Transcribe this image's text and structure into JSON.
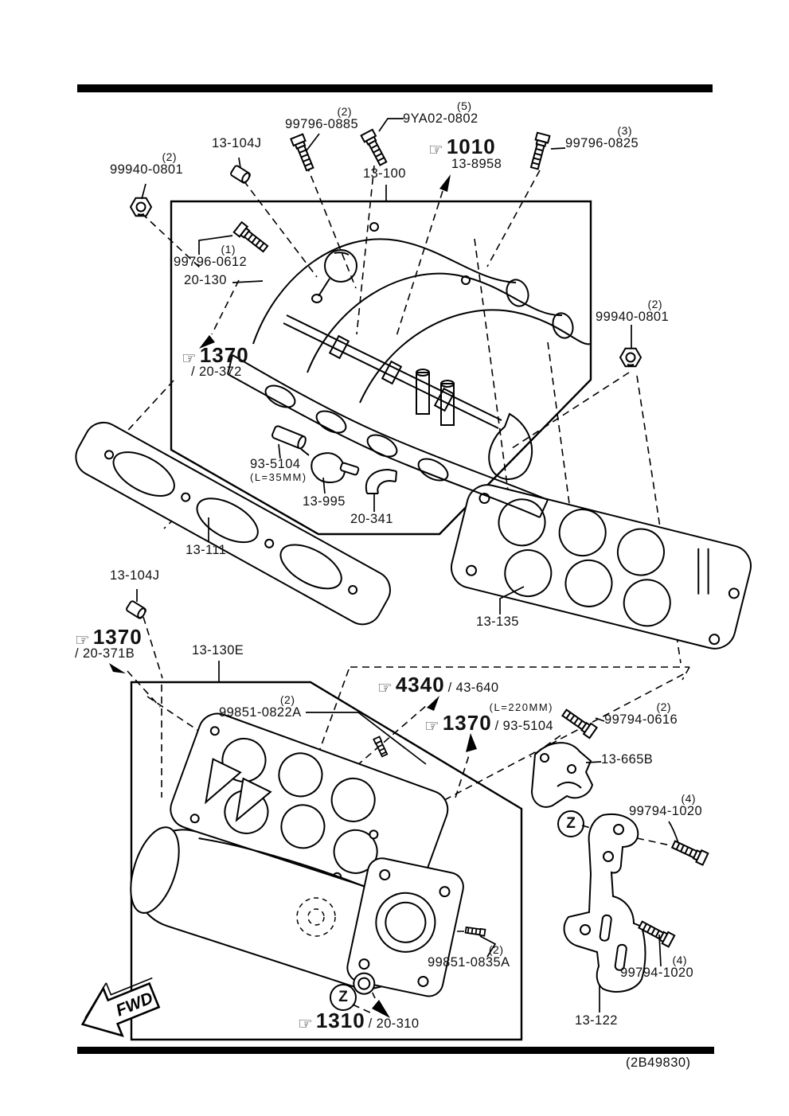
{
  "zmark": "Z",
  "fwd": "FWD",
  "page": {
    "code": "(2B49830)"
  },
  "callouts": {
    "nut_topleft": {
      "qty": "(2)",
      "pn": "99940-0801"
    },
    "clip_top": {
      "pn": "13-104J"
    },
    "bolt_0885": {
      "qty": "(2)",
      "pn": "99796-0885"
    },
    "bolt_9ya02": {
      "qty": "(5)",
      "pn": "9YA02-0802"
    },
    "ref_1010": {
      "ref": "1010",
      "pn": "13-8958"
    },
    "bolt_0825": {
      "qty": "(3)",
      "pn": "99796-0825"
    },
    "manifold_13100": {
      "pn": "13-100"
    },
    "bolt_0612": {
      "qty": "(1)",
      "pn": "99796-0612"
    },
    "regulator_20130": {
      "pn": "20-130"
    },
    "ref_1370_20372": {
      "ref": "1370",
      "pn": "/ 20-372"
    },
    "nut_topright": {
      "qty": "(2)",
      "pn": "99940-0801"
    },
    "hose_935104": {
      "pn": "93-5104",
      "note": "(L=35MM)"
    },
    "valve_13995": {
      "pn": "13-995"
    },
    "hose_20341": {
      "pn": "20-341"
    },
    "gasket_13111": {
      "pn": "13-111"
    },
    "gasket_13135": {
      "pn": "13-135"
    },
    "clip_lower": {
      "pn": "13-104J"
    },
    "ref_1370_20371b": {
      "ref": "1370",
      "pn": "/ 20-371B"
    },
    "chamber_13130e": {
      "pn": "13-130E"
    },
    "bolt_0822a": {
      "qty": "(2)",
      "pn": "99851-0822A"
    },
    "ref_4340": {
      "ref": "4340",
      "pn": "/ 43-640"
    },
    "ref_1370_935104": {
      "ref": "1370",
      "pn": "/ 93-5104",
      "note": "(L=220MM)"
    },
    "bolt_0616": {
      "qty": "(2)",
      "pn": "99794-0616"
    },
    "bracket_13665b": {
      "pn": "13-665B"
    },
    "bolt_1020_upper": {
      "qty": "(4)",
      "pn": "99794-1020"
    },
    "bolt_0835a": {
      "qty": "(2)",
      "pn": "99851-0835A"
    },
    "ref_1310": {
      "ref": "1310",
      "pn": "/ 20-310"
    },
    "bolt_1020_lower": {
      "qty": "(4)",
      "pn": "99794-1020"
    },
    "bracket_13122": {
      "pn": "13-122"
    }
  }
}
